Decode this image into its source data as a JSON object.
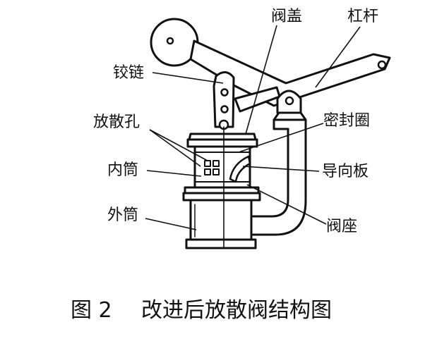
{
  "labels": {
    "valve_cover": "阀盖",
    "lever": "杠杆",
    "hinge": "铰链",
    "vent_holes": "放散孔",
    "seal_ring": "密封圈",
    "inner_cylinder": "内筒",
    "guide_plate": "导向板",
    "outer_cylinder": "外筒",
    "valve_seat": "阀座"
  },
  "caption": {
    "figure_no": "图 2",
    "title": "改进后放散阀结构图"
  }
}
